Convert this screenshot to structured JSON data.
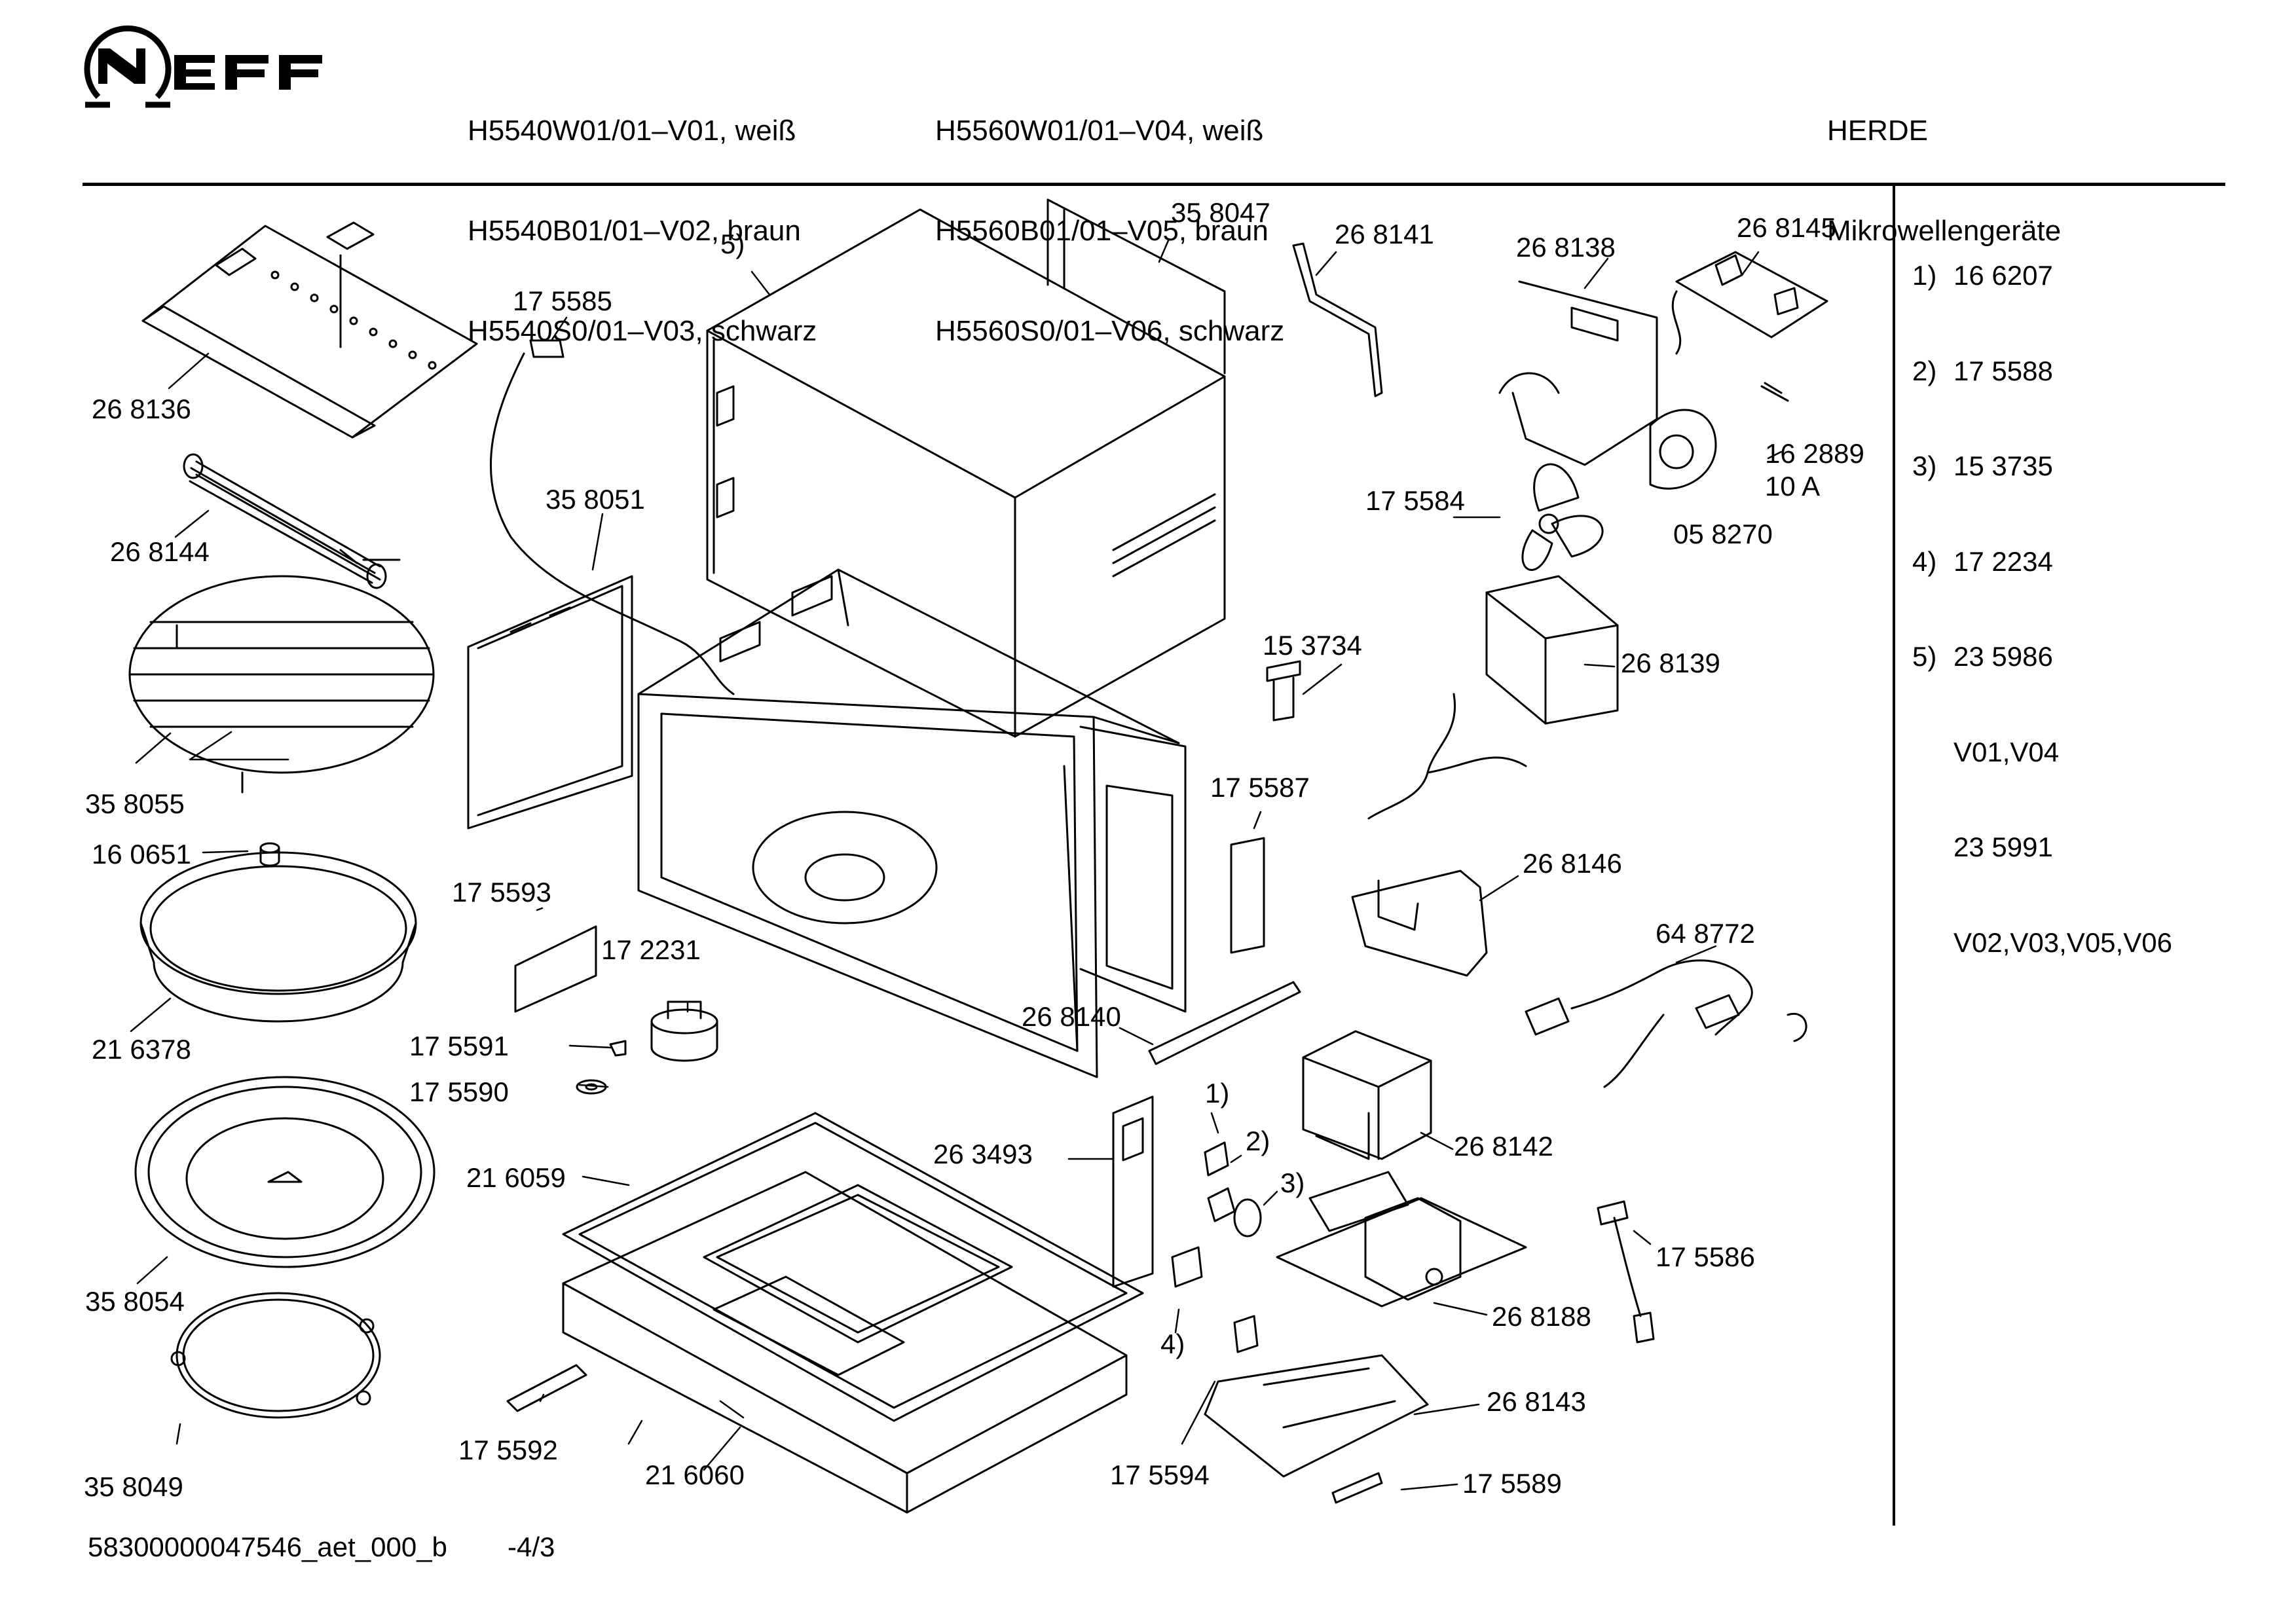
{
  "brand": "NEFF",
  "models": {
    "col1": [
      "H5540W01/01–V01, weiß",
      "H5540B01/01–V02, braun",
      "H5540S0/01–V03, schwarz"
    ],
    "col2": [
      "H5560W01/01–V04, weiß",
      "H5560B01/01–V05, braun",
      "H5560S0/01–V06, schwarz"
    ]
  },
  "category": [
    "HERDE",
    "Mikrowellengeräte"
  ],
  "legend": [
    "1)",
    "16 6207",
    "2)",
    "17 5588",
    "3)",
    "15 3735",
    "4)",
    "17 2234",
    "5)",
    "23 5986",
    "V01,V04",
    "23 5991",
    "V02,V03,V05,V06"
  ],
  "parts": [
    "26 8136",
    "26 8144",
    "35 8055",
    "16 0651",
    "21 6378",
    "35 8054",
    "35 8049",
    "17 5585",
    "35 8051",
    "17 5593",
    "17 2231",
    "17 5591",
    "17 5590",
    "21 6059",
    "17 5592",
    "21 6060",
    "5)",
    "35 8047",
    "26 8141",
    "26 8138",
    "26 8145",
    "16 2889",
    "10 A",
    "17 5584",
    "05 8270",
    "15 3734",
    "26 8139",
    "17 5587",
    "26 8146",
    "64 8772",
    "26 8140",
    "1)",
    "2)",
    "3)",
    "4)",
    "26 3493",
    "26 8142",
    "17 5586",
    "26 8188",
    "26 8143",
    "17 5594",
    "17 5589"
  ],
  "footer": {
    "docid": "58300000047546_aet_000_b",
    "page": "-4/3"
  }
}
